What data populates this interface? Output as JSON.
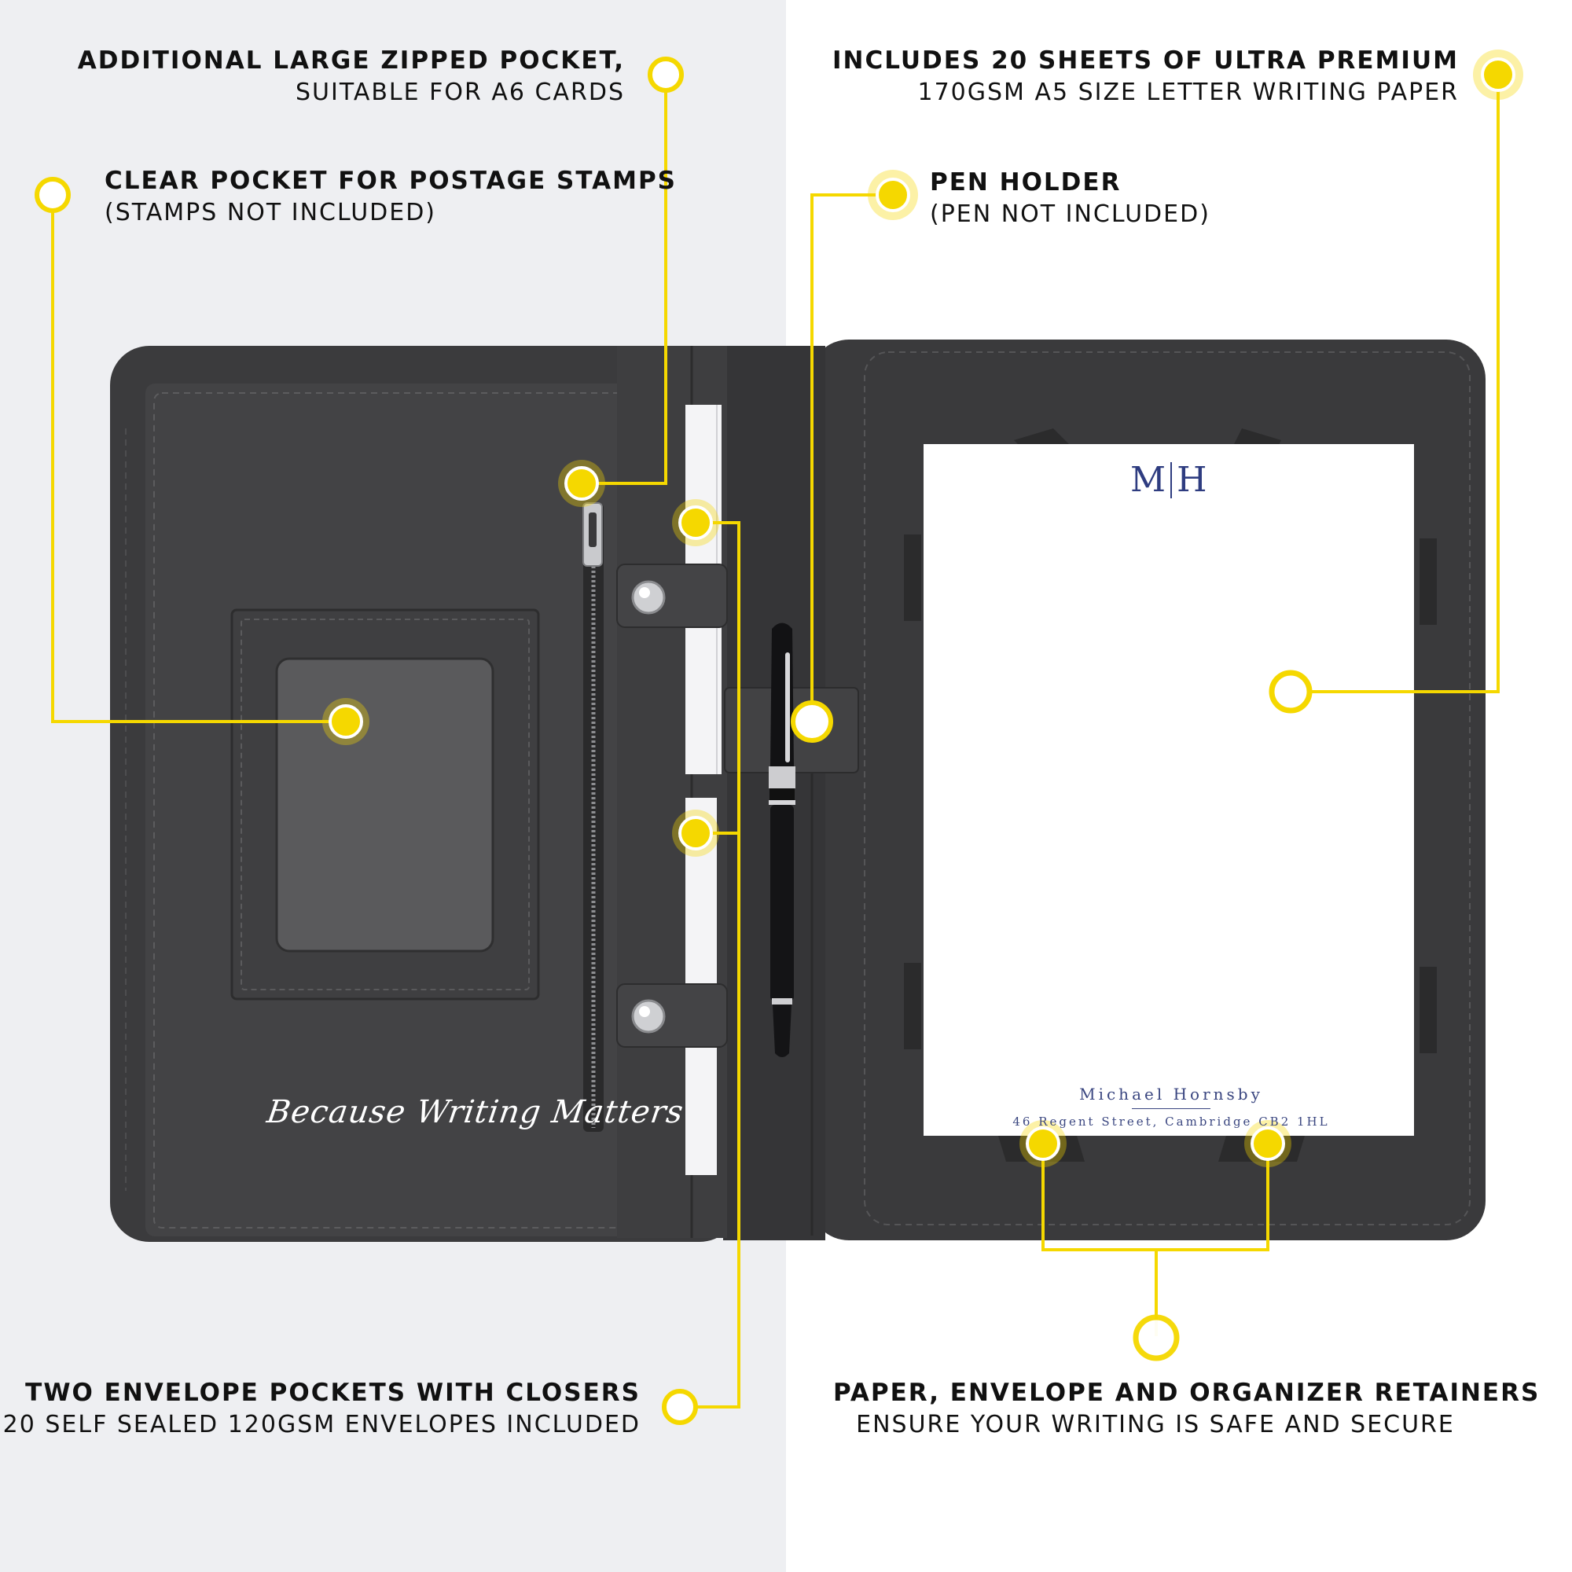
{
  "colors": {
    "accent_yellow": "#f5d800",
    "folio_dark": "#3b3b3d",
    "ink_blue": "#2e3c80",
    "background_left": "#eeeff2",
    "background_right": "#ffffff"
  },
  "callouts": {
    "zipped_pocket": {
      "line1": "ADDITIONAL LARGE ZIPPED POCKET,",
      "line2": "SUITABLE FOR A6 CARDS"
    },
    "stamp_pocket": {
      "line1": "CLEAR POCKET FOR POSTAGE STAMPS",
      "line2": "(STAMPS NOT INCLUDED)"
    },
    "writing_paper": {
      "line1": "INCLUDES 20 SHEETS OF ULTRA PREMIUM",
      "line2": "170GSM A5 SIZE LETTER WRITING PAPER"
    },
    "pen_holder": {
      "line1": "PEN HOLDER",
      "line2": "(PEN NOT INCLUDED)"
    },
    "envelope_pockets": {
      "line1": "TWO ENVELOPE POCKETS WITH CLOSERS",
      "line2": "20 SELF SEALED 120GSM ENVELOPES INCLUDED"
    },
    "retainers": {
      "line1": "PAPER, ENVELOPE AND ORGANIZER RETAINERS",
      "line2": "ENSURE YOUR WRITING IS SAFE AND SECURE"
    }
  },
  "folio": {
    "script_text": "Because Writing Matters"
  },
  "paper": {
    "monogram_left": "M",
    "monogram_right": "H",
    "name": "Michael Hornsby",
    "address": "46 Regent Street, Cambridge CB2 1HL"
  }
}
